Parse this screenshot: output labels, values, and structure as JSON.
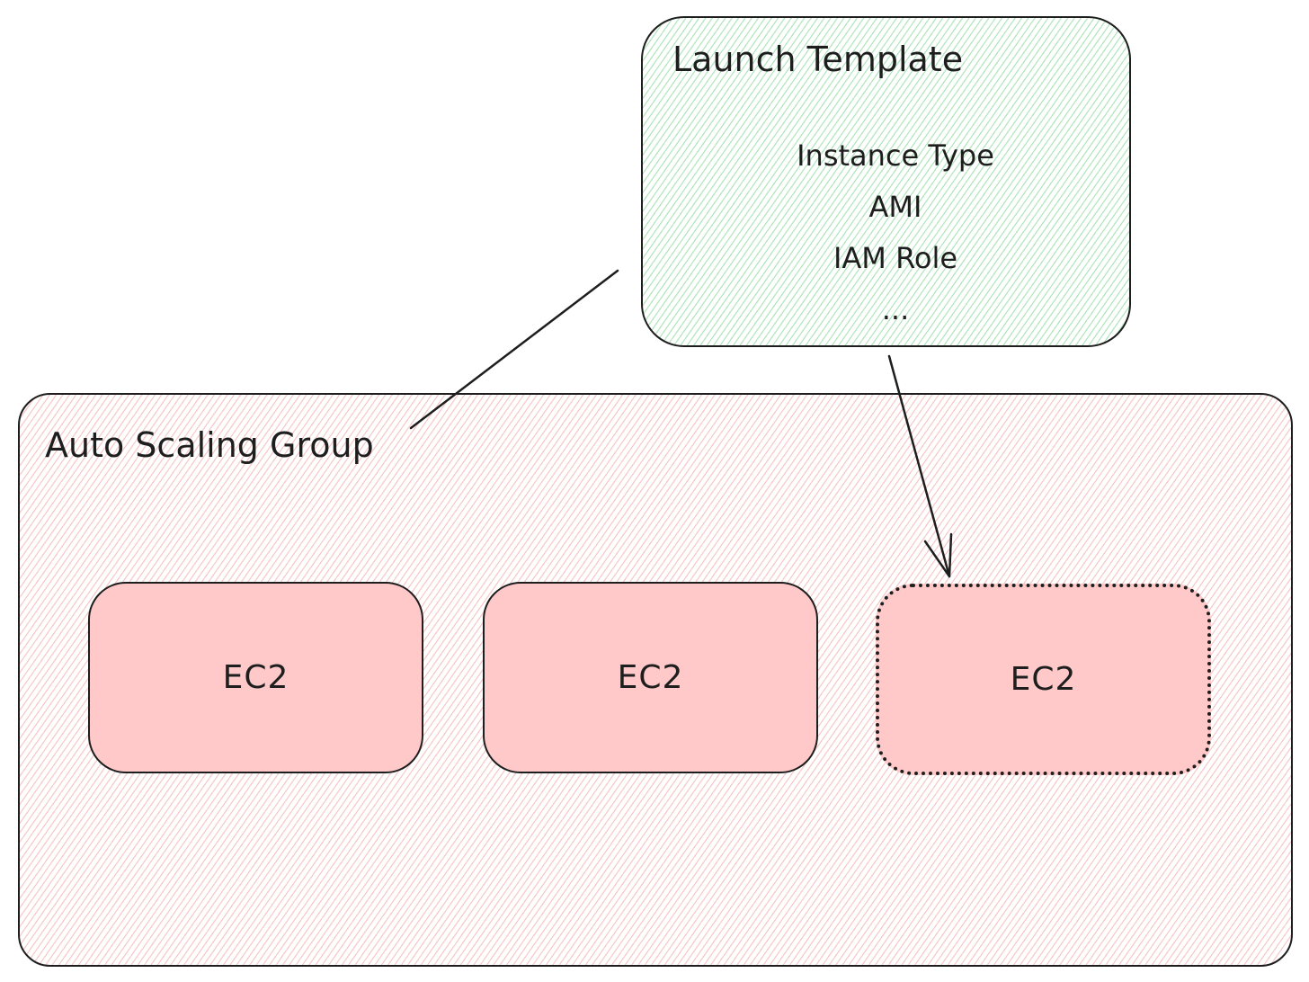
{
  "colors": {
    "stroke": "#1e1e1e",
    "asg_hatch": "#f2a0a0",
    "launch_template_hatch": "#78d28c",
    "ec2_fill": "#ffc9c9"
  },
  "auto_scaling_group": {
    "title": "Auto Scaling Group",
    "instances": [
      {
        "label": "EC2",
        "style": "solid"
      },
      {
        "label": "EC2",
        "style": "solid"
      },
      {
        "label": "EC2",
        "style": "dotted"
      }
    ]
  },
  "launch_template": {
    "title": "Launch Template",
    "items": [
      "Instance Type",
      "AMI",
      "IAM Role",
      "..."
    ]
  }
}
